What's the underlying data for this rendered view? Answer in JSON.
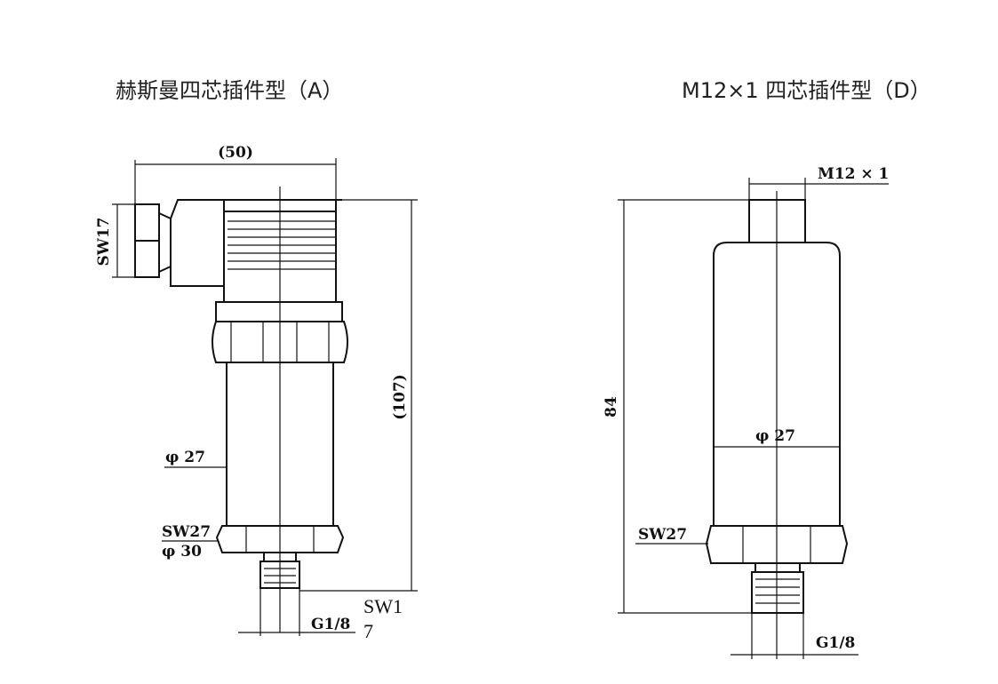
{
  "diagram_a": {
    "title": "赫斯曼四芯插件型（A）",
    "labels": {
      "width": "(50)",
      "height": "(107)",
      "diameter": "φ 27",
      "spanner": "SW27",
      "outer_diameter": "φ 30",
      "thread": "G1/8",
      "connector_spanner": "SW17",
      "overflow_label_line1": "SW1",
      "overflow_label_line2": "7"
    }
  },
  "diagram_d": {
    "title": "M12×1  四芯插件型（D）",
    "labels": {
      "connector": "M12 × 1",
      "height": "84",
      "diameter": "φ 27",
      "spanner": "SW27",
      "thread": "G1/8"
    }
  }
}
